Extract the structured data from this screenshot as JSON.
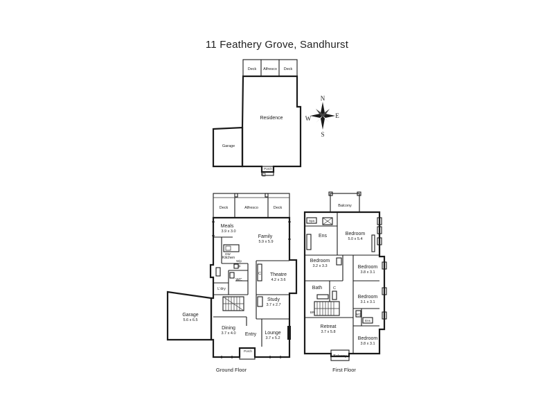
{
  "title": "11 Feathery Grove, Sandhurst",
  "site_plan": {
    "deck_left": "Deck",
    "alfresco": "Alfresco",
    "deck_right": "Deck",
    "residence": "Residence",
    "garage": "Garage",
    "porch": "Porch"
  },
  "compass": {
    "north": "N",
    "south": "S",
    "east": "E",
    "west": "W"
  },
  "ground_floor": {
    "caption": "Ground Floor",
    "deck_left": "Deck",
    "alfresco": "Alfresco",
    "deck_right": "Deck",
    "meals": {
      "name": "Meals",
      "size": "3.9 x 3.0"
    },
    "family": {
      "name": "Family",
      "size": "5.9 x 5.9"
    },
    "wip": "Wip",
    "kitchen": "Kitchen",
    "dw": "DW",
    "pantry": "F",
    "wc": "WC",
    "laundry": "L'dry",
    "linen": "C",
    "theatre": {
      "name": "Theatre",
      "size": "4.2 x 3.6"
    },
    "study": {
      "name": "Study",
      "size": "3.7 x 2.7"
    },
    "garage": {
      "name": "Garage",
      "size": "5.6 x 6.5"
    },
    "dining": {
      "name": "Dining",
      "size": "3.7 x 4.0"
    },
    "entry": "Entry",
    "lounge": {
      "name": "Lounge",
      "size": "3.7 x 5.2"
    },
    "porch": "Porch"
  },
  "first_floor": {
    "caption": "First Floor",
    "balcony_top": "Balcony",
    "ens": "Ens",
    "spa": "Spa",
    "bedroom1": {
      "name": "Bedroom",
      "size": "5.0 x 5.4"
    },
    "bedroom2": {
      "name": "Bedroom",
      "size": "3.2 x 3.3"
    },
    "bedroom3": {
      "name": "Bedroom",
      "size": "3.8 x 3.1"
    },
    "bath": "Bath",
    "bedroom4": {
      "name": "Bedroom",
      "size": "3.1 x 3.1"
    },
    "wc": "WC",
    "ens2": "Ens",
    "retreat": {
      "name": "Retreat",
      "size": "3.7 x 5.8"
    },
    "bedroom5": {
      "name": "Bedroom",
      "size": "3.8 x 3.1"
    },
    "balcony_bottom": "Balcony",
    "robe": "C",
    "br": "BR"
  }
}
